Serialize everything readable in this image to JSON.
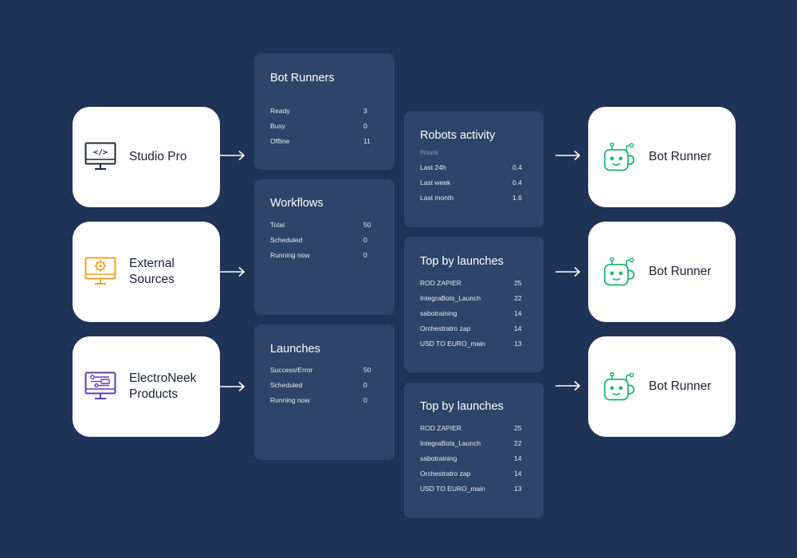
{
  "sources": [
    {
      "label": "Studio Pro",
      "icon": "code-monitor-icon",
      "color": "#1f2937"
    },
    {
      "label": "External\nSources",
      "icon": "gear-monitor-icon",
      "color": "#f0a02a"
    },
    {
      "label": "ElectroNeek\nProducts",
      "icon": "workflow-monitor-icon",
      "color": "#5b3fb0"
    }
  ],
  "destinations": [
    {
      "label": "Bot Runner",
      "icon": "robot-icon",
      "color": "#22b573"
    },
    {
      "label": "Bot Runner",
      "icon": "robot-icon",
      "color": "#22b573"
    },
    {
      "label": "Bot Runner",
      "icon": "robot-icon",
      "color": "#22b573"
    }
  ],
  "panels": {
    "bot_runners": {
      "title": "Bot Runners",
      "rows": [
        {
          "label": "Ready",
          "value": "3"
        },
        {
          "label": "Busy",
          "value": "0"
        },
        {
          "label": "Offline",
          "value": "11"
        }
      ]
    },
    "workflows": {
      "title": "Workflows",
      "rows": [
        {
          "label": "Total",
          "value": "50"
        },
        {
          "label": "Scheduled",
          "value": "0"
        },
        {
          "label": "Running now",
          "value": "0"
        }
      ]
    },
    "launches": {
      "title": "Launches",
      "rows": [
        {
          "label": "Success/Error",
          "value": "50"
        },
        {
          "label": "Scheduled",
          "value": "0"
        },
        {
          "label": "Running now",
          "value": "0"
        }
      ]
    },
    "robots_activity": {
      "title": "Robots activity",
      "subtitle": "Hours",
      "rows": [
        {
          "label": "Last 24h",
          "value": "0.4"
        },
        {
          "label": "Last week",
          "value": "0.4"
        },
        {
          "label": "Last month",
          "value": "1.6"
        }
      ]
    },
    "top_launches_1": {
      "title": "Top by launches",
      "rows": [
        {
          "label": "ROD ZAPIER",
          "value": "25"
        },
        {
          "label": "IntegraBots_Launch",
          "value": "22"
        },
        {
          "label": "sabotraining",
          "value": "14"
        },
        {
          "label": "Orchestratro zap",
          "value": "14"
        },
        {
          "label": "USD TO EURO_main",
          "value": "13"
        }
      ]
    },
    "top_launches_2": {
      "title": "Top by launches",
      "rows": [
        {
          "label": "ROD ZAPIER",
          "value": "25"
        },
        {
          "label": "IntegraBots_Launch",
          "value": "22"
        },
        {
          "label": "sabotraining",
          "value": "14"
        },
        {
          "label": "Orchestratro zap",
          "value": "14"
        },
        {
          "label": "USD TO EURO_main",
          "value": "13"
        }
      ]
    }
  }
}
